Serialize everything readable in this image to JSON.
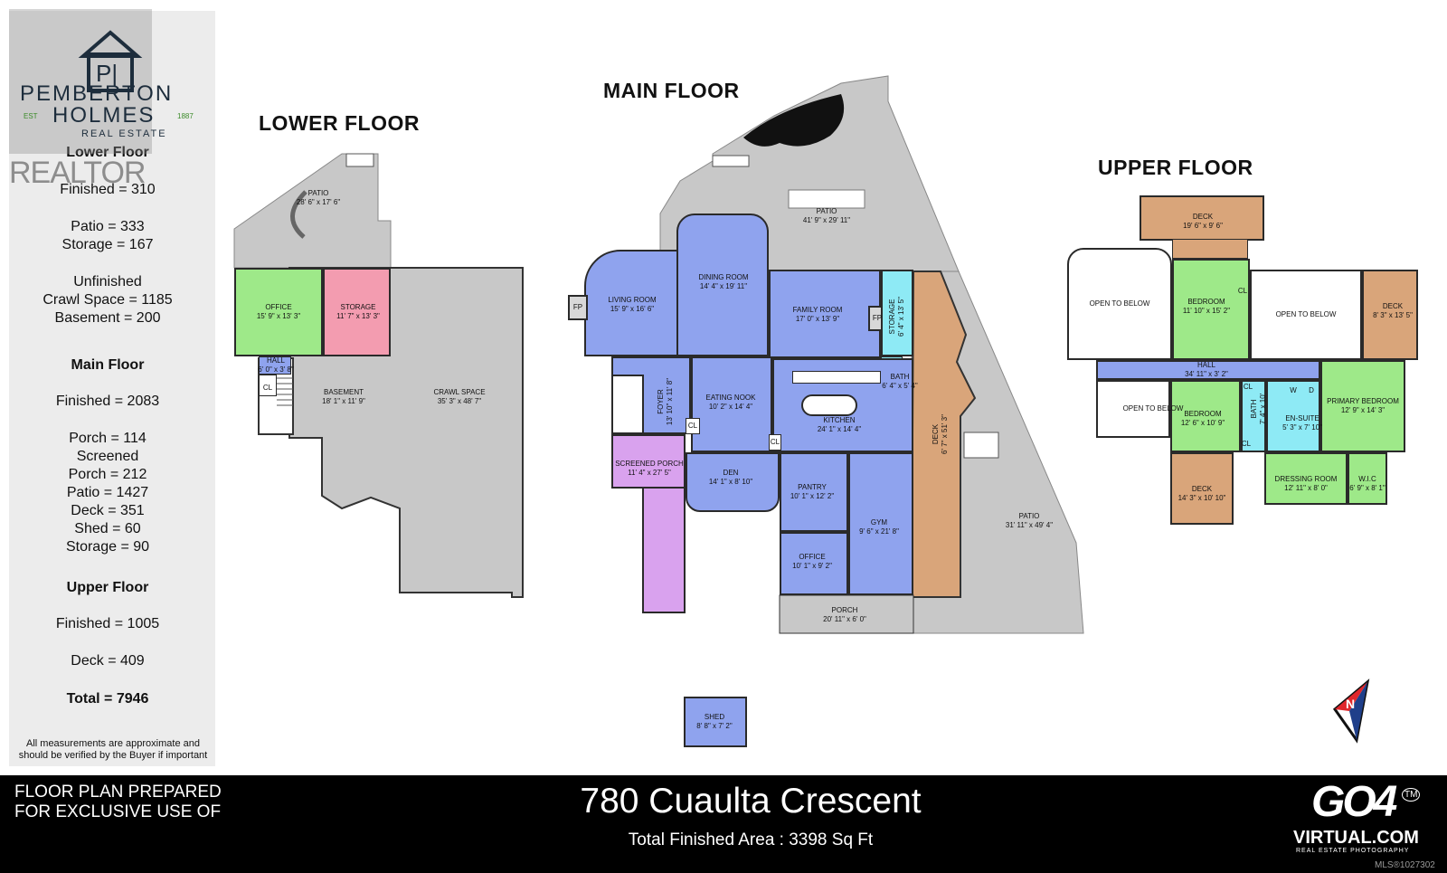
{
  "brand": {
    "line1": "PEMBERTON",
    "line2": "HOLMES",
    "est": "EST",
    "year": "1887",
    "sub": "REAL ESTATE",
    "realtor": "REALTOR"
  },
  "summary": {
    "lower_heading": "Lower Floor",
    "lower_finished": "Finished = 310",
    "lower_patio": "Patio = 333",
    "lower_storage": "Storage = 167",
    "unfinished": "Unfinished",
    "crawl": "Crawl Space = 1185",
    "basement": "Basement = 200",
    "main_heading": "Main Floor",
    "main_finished": "Finished = 2083",
    "porch": "Porch = 114",
    "screened": "Screened",
    "screened_porch": "Porch = 212",
    "patio": "Patio = 1427",
    "deck": "Deck = 351",
    "shed": "Shed = 60",
    "storage": "Storage = 90",
    "upper_heading": "Upper Floor",
    "upper_finished": "Finished = 1005",
    "upper_deck": "Deck = 409",
    "total": "Total = 7946",
    "disclaimer": "All measurements are approximate and should be verified by the Buyer if important"
  },
  "floors": {
    "lower": "LOWER FLOOR",
    "main": "MAIN FLOOR",
    "upper": "UPPER FLOOR"
  },
  "lower_rooms": {
    "patio": "PATIO",
    "patio_dim": "28' 6\" x 17' 6\"",
    "office": "OFFICE",
    "office_dim": "15' 9\" x 13' 3\"",
    "storage": "STORAGE",
    "storage_dim": "11' 7\" x 13' 3\"",
    "hall": "HALL",
    "hall_dim": "6' 0\" x 3' 8\"",
    "cl": "CL",
    "basement": "BASEMENT",
    "basement_dim": "18' 1\" x 11' 9\"",
    "crawl": "CRAWL SPACE",
    "crawl_dim": "35' 3\" x 48' 7\""
  },
  "main_rooms": {
    "patio": "PATIO",
    "patio_dim": "41' 9\" x 29' 11\"",
    "living": "LIVING ROOM",
    "living_dim": "15' 9\" x 16' 6\"",
    "dining": "DINING ROOM",
    "dining_dim": "14' 4\" x 19' 11\"",
    "family": "FAMILY ROOM",
    "family_dim": "17' 0\" x 13' 9\"",
    "storage": "STORAGE",
    "storage_dim": "6' 4\" x 13' 5\"",
    "fp": "FP",
    "bath": "BATH",
    "bath_dim": "6' 4\" x 5' 4\"",
    "foyer": "FOYER",
    "foyer_dim": "13' 10\" x 11' 8\"",
    "nook": "EATING NOOK",
    "nook_dim": "10' 2\" x 14' 4\"",
    "kitchen": "KITCHEN",
    "kitchen_dim": "24' 1\" x 14' 4\"",
    "cl": "CL",
    "screened": "SCREENED PORCH",
    "screened_dim": "11' 4\" x 27' 5\"",
    "den": "DEN",
    "den_dim": "14' 1\" x 8' 10\"",
    "pantry": "PANTRY",
    "pantry_dim": "10' 1\" x 12' 2\"",
    "gym": "GYM",
    "gym_dim": "9' 6\" x 21' 8\"",
    "office": "OFFICE",
    "office_dim": "10' 1\" x 9' 2\"",
    "porch": "PORCH",
    "porch_dim": "20' 11\" x 6' 0\"",
    "deck": "DECK",
    "deck_dim": "6' 7\" x 51' 3\"",
    "patio2": "PATIO",
    "patio2_dim": "31' 11\" x 49' 4\"",
    "shed": "SHED",
    "shed_dim": "8' 8\" x 7' 2\""
  },
  "upper_rooms": {
    "deck_top": "DECK",
    "deck_top_dim": "19' 6\" x 9' 6\"",
    "open1": "OPEN TO BELOW",
    "bedroom1": "BEDROOM",
    "bedroom1_dim": "11' 10\" x 15' 2\"",
    "cl": "CL",
    "open2": "OPEN TO BELOW",
    "deck_right": "DECK",
    "deck_right_dim": "8' 3\" x 13' 5\"",
    "hall": "HALL",
    "hall_dim": "34' 11\" x 3' 2\"",
    "open3": "OPEN TO BELOW",
    "bedroom2": "BEDROOM",
    "bedroom2_dim": "12' 6\" x 10' 9\"",
    "bath": "BATH",
    "bath_dim": "7' 4\" x 10'",
    "ensuite": "EN-SUITE",
    "ensuite_dim": "5' 3\" x 7' 10\"",
    "w": "W",
    "d": "D",
    "primary": "PRIMARY BEDROOM",
    "primary_dim": "12' 9\" x 14' 3\"",
    "deck_bottom": "DECK",
    "deck_bottom_dim": "14' 3\" x 10' 10\"",
    "dressing": "DRESSING ROOM",
    "dressing_dim": "12' 11\" x 8' 0\"",
    "wic": "W.I.C",
    "wic_dim": "6' 9\" x 8' 1\""
  },
  "compass": {
    "letter": "N"
  },
  "footer": {
    "prepared_1": "FLOOR PLAN PREPARED",
    "prepared_2": "FOR EXCLUSIVE USE OF",
    "address": "780 Cuaulta Crescent",
    "total": "Total Finished Area : 3398 Sq Ft",
    "brand": "GO",
    "brand_num": "4",
    "tm": "TM",
    "virtual": "VIRTUAL.COM",
    "tagline": "REAL ESTATE PHOTOGRAPHY",
    "mls": "MLS®1027302"
  }
}
